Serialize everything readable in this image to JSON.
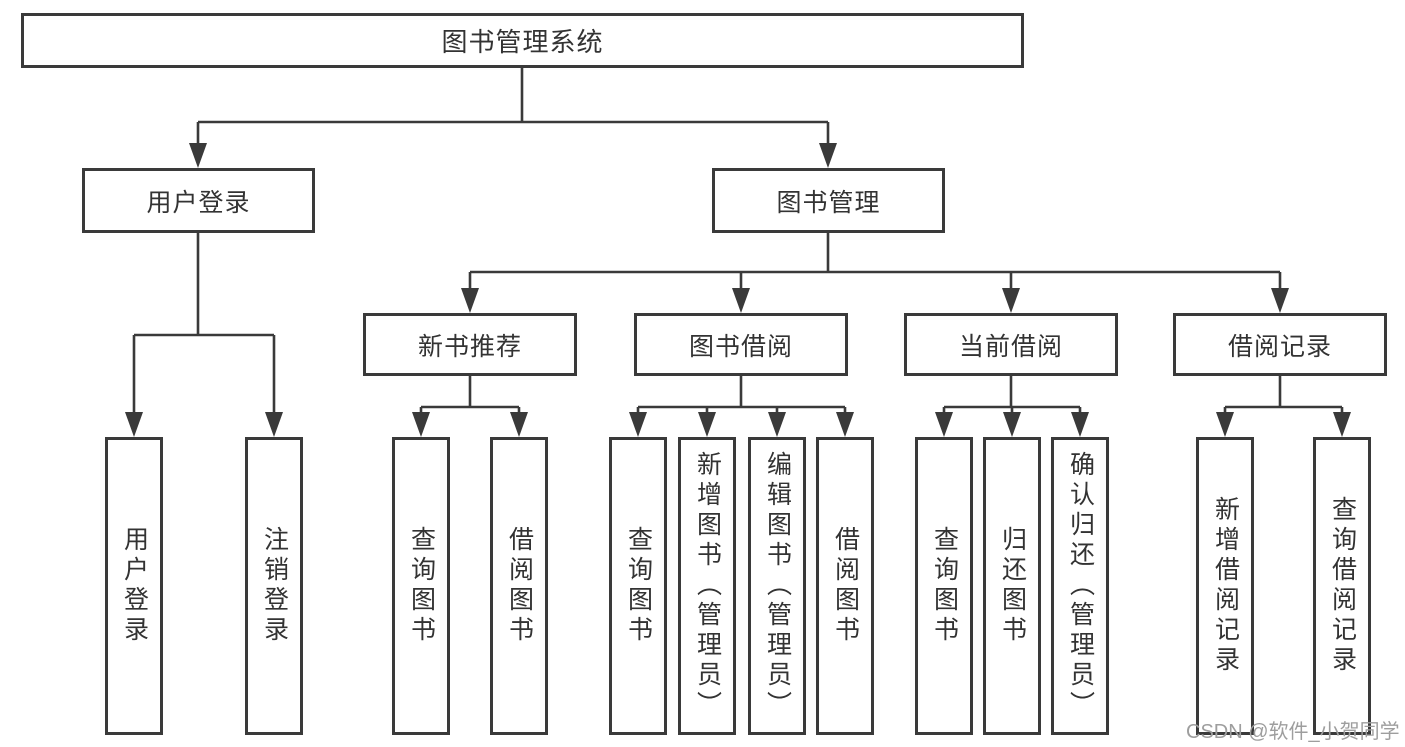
{
  "diagram": {
    "title": "图书管理系统",
    "root": {
      "label": "图书管理系统"
    },
    "level2": [
      {
        "label": "用户登录"
      },
      {
        "label": "图书管理"
      }
    ],
    "level3": [
      {
        "label": "新书推荐"
      },
      {
        "label": "图书借阅"
      },
      {
        "label": "当前借阅"
      },
      {
        "label": "借阅记录"
      }
    ],
    "leaves": {
      "user_login": [
        "用户登录",
        "注销登录"
      ],
      "new_book": [
        "查询图书",
        "借阅图书"
      ],
      "book_borrow": [
        "查询图书",
        "新增图书（管理员）",
        "编辑图书（管理员）",
        "借阅图书"
      ],
      "current_borrow": [
        "查询图书",
        "归还图书",
        "确认归还（管理员）"
      ],
      "borrow_record": [
        "新增借阅记录",
        "查询借阅记录"
      ]
    }
  },
  "colors": {
    "line": "#3a3a3a",
    "box_border": "#3a3a3a",
    "text": "#333333",
    "watermark": "#9e9e9e"
  },
  "watermark": {
    "text": "CSDN @软件_小贺同学"
  }
}
